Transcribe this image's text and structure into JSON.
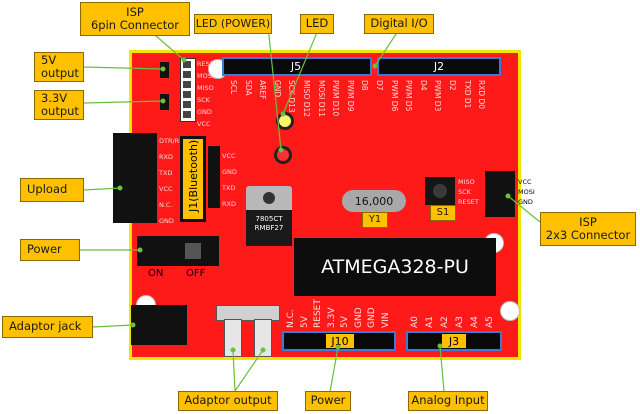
{
  "callouts": {
    "isp6": "ISP\n6pin Connector",
    "led_power": "LED (POWER)",
    "led": "LED",
    "digital_io": "Digital I/O",
    "out5v": "5V\noutput",
    "out33v": "3.3V\noutput",
    "upload": "Upload",
    "power_left": "Power",
    "adaptor_jack": "Adaptor jack",
    "adaptor_output": "Adaptor output",
    "power_bottom": "Power",
    "analog_input": "Analog Input",
    "isp2x3": "ISP\n2x3 Connector"
  },
  "headers": {
    "j5": "J5",
    "j2": "J2",
    "j10": "J10",
    "j3": "J3"
  },
  "components": {
    "chip": "ATMEGA328-PU",
    "crystal": "16,000",
    "crystal_label": "Y1",
    "switch_label": "S1",
    "bluetooth": "J1(Bluetooth)",
    "regulator_line1": "7805CT",
    "regulator_line2": "RMBF27",
    "switch_on": "ON",
    "switch_off": "OFF"
  },
  "pins_top": [
    "SCL",
    "SDA",
    "AREF",
    "GND",
    "SCK D13",
    "MISO D12",
    "MOSI D11",
    "PWM D10",
    "PWM D9",
    "D8",
    "D7",
    "PWM D6",
    "PWM D5",
    "D4",
    "PWM D3",
    "D2",
    "TXD D1",
    "RXD D0"
  ],
  "pins_bottom": [
    "N.C.",
    "5V",
    "RESET",
    "3.3V",
    "5V",
    "GND",
    "GND",
    "VIN"
  ],
  "pins_analog": [
    "A0",
    "A1",
    "A2",
    "A3",
    "A4",
    "A5"
  ],
  "pins_upload_left": [
    "DTR/RESET",
    "RXD",
    "TXD",
    "VCC",
    "N.C.",
    "GND"
  ],
  "pins_bt_right": [
    "VCC",
    "GND",
    "TXD",
    "RXD"
  ],
  "pins_isp6": [
    "RESET",
    "MOSI",
    "MISO",
    "SCK",
    "GND",
    "VCC"
  ],
  "pins_isp_right_left": [
    "MISO",
    "SCK",
    "RESET"
  ],
  "pins_isp_right_right": [
    "VCC",
    "MOSI",
    "GND"
  ],
  "colors": {
    "board": "#ff1a1a",
    "board_border": "#f2e600",
    "callout": "#ffc000",
    "header_border": "#3a7bd5",
    "leader_line": "#6bbf3a"
  }
}
